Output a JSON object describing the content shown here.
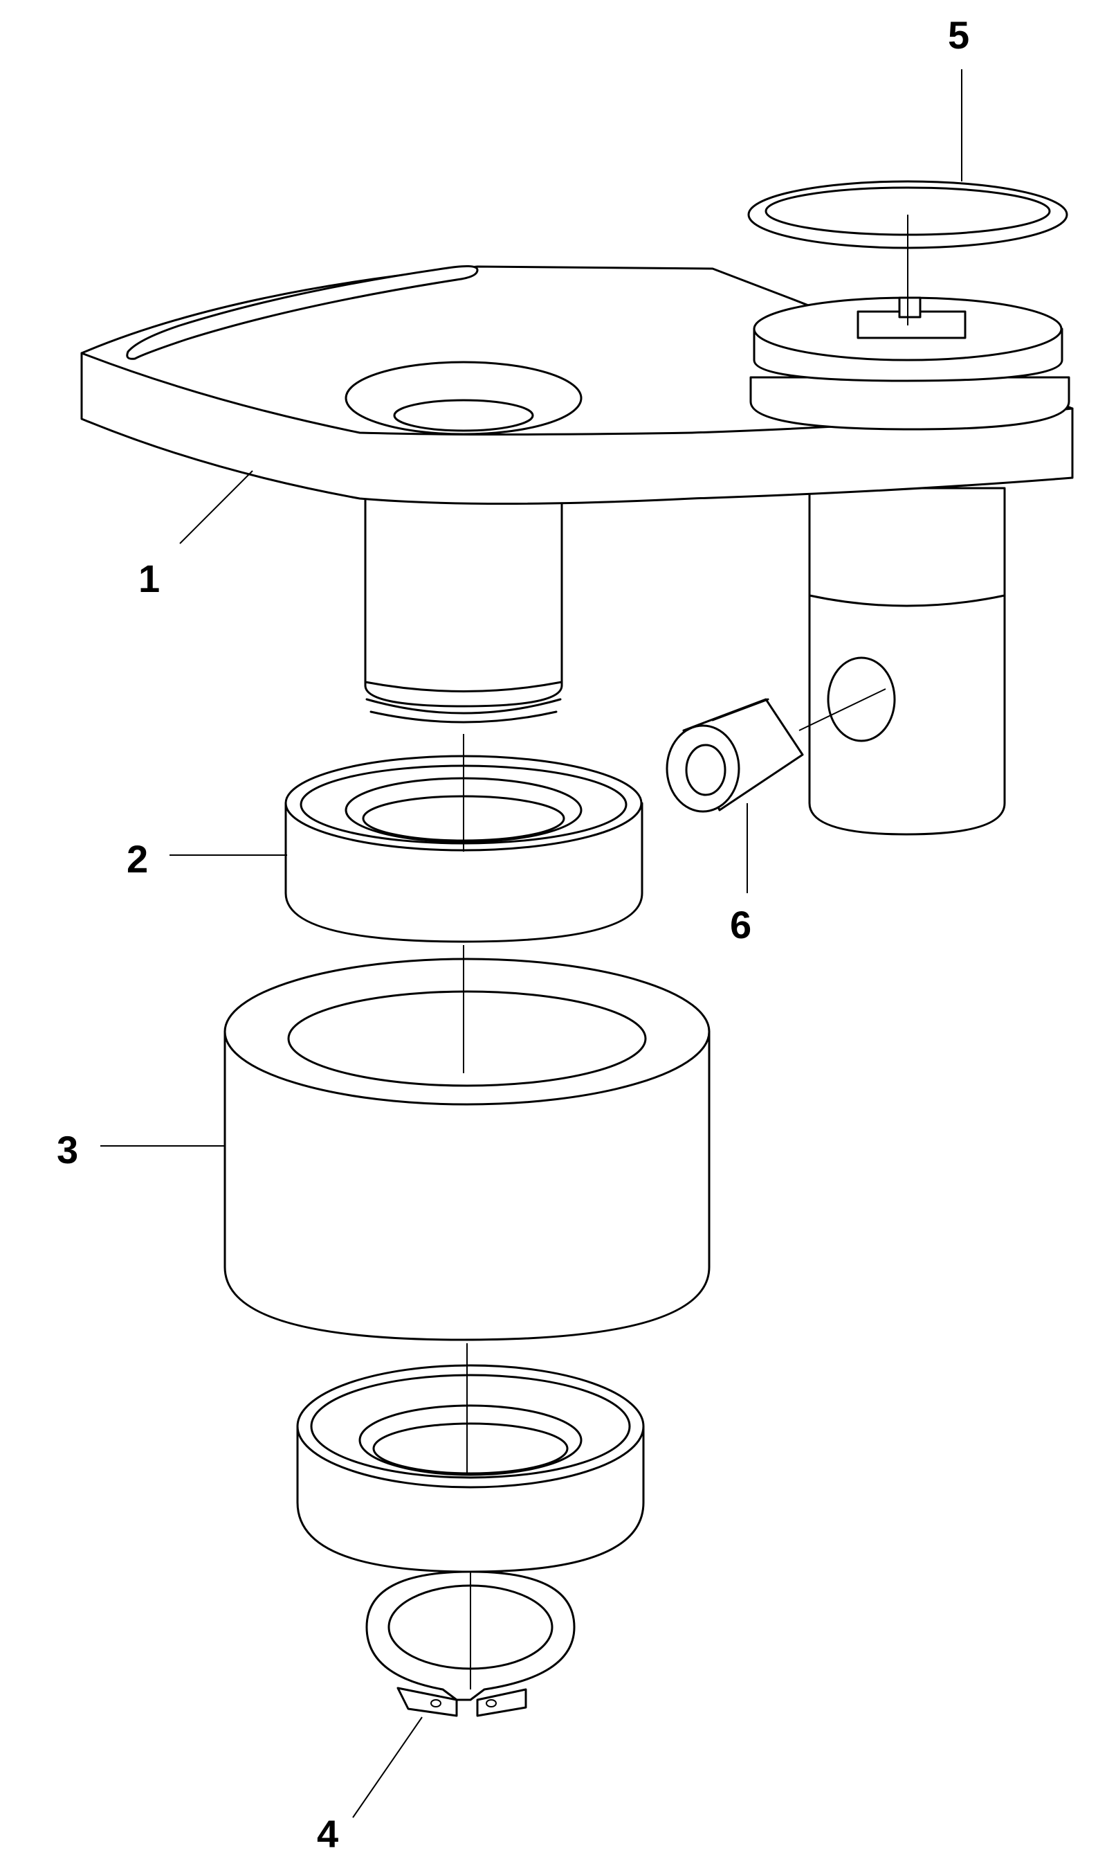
{
  "diagram": {
    "callouts": [
      {
        "id": "callout-1",
        "text": "1"
      },
      {
        "id": "callout-2",
        "text": "2"
      },
      {
        "id": "callout-3",
        "text": "3"
      },
      {
        "id": "callout-4",
        "text": "4"
      },
      {
        "id": "callout-5",
        "text": "5"
      },
      {
        "id": "callout-6",
        "text": "6"
      }
    ]
  },
  "colors": {
    "line": "#000000",
    "background": "#ffffff"
  }
}
